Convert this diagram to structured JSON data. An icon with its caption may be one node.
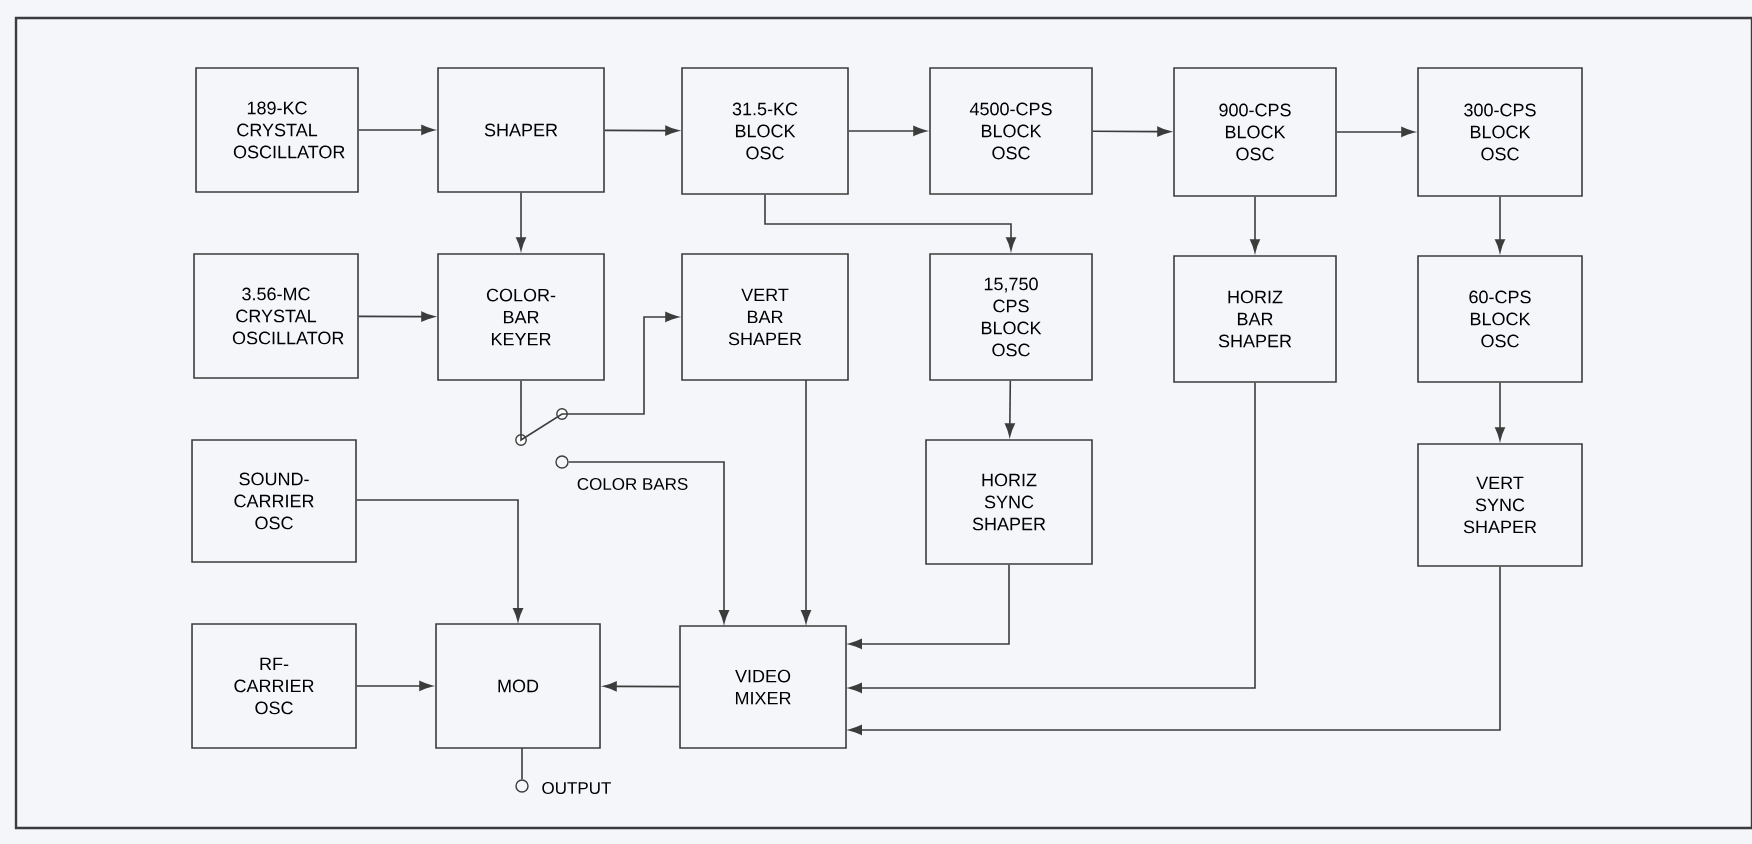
{
  "diagram": {
    "nodes": [
      {
        "text": [
          "189-KC CRYSTAL OSCILLATOR"
        ]
      },
      {
        "text": [
          "SHAPER"
        ]
      },
      {
        "text": [
          "31.5-KC BLOCK OSC"
        ]
      },
      {
        "text": [
          "4500-CPS BLOCK OSC"
        ]
      },
      {
        "text": [
          "900-CPS BLOCK OSC"
        ]
      },
      {
        "text": [
          "300-CPS BLOCK OSC"
        ]
      },
      {
        "text": [
          "3.56-MC CRYSTAL OSCILLATOR"
        ]
      },
      {
        "text": [
          "COLOR-BAR KEYER"
        ]
      },
      {
        "text": [
          "VERT BAR SHAPER"
        ]
      },
      {
        "text": [
          "15,750 CPS BLOCK OSC"
        ]
      },
      {
        "text": [
          "HORIZ BAR SHAPER"
        ]
      },
      {
        "text": [
          "60-CPS BLOCK OSC"
        ]
      },
      {
        "text": [
          "SOUND-CARRIER OSC"
        ]
      },
      {
        "text": [
          "HORIZ SYNC SHAPER"
        ]
      },
      {
        "text": [
          "VERT SYNC SHAPER"
        ]
      },
      {
        "text": [
          "RF-CARRIER OSC"
        ]
      },
      {
        "text": [
          "MOD"
        ]
      },
      {
        "text": [
          "VIDEO MIXER"
        ]
      },
      {
        "text": [],
        "shape": "circle",
        "beside": [
          "OUTPUT"
        ]
      },
      {
        "text": [],
        "shape": "circle"
      }
    ],
    "edges": [
      {
        "from": 0,
        "to": 1,
        "arrow": "to"
      },
      {
        "from": 1,
        "to": 2,
        "arrow": "to"
      },
      {
        "from": 2,
        "to": 3,
        "arrow": "to"
      },
      {
        "from": 3,
        "to": 4,
        "arrow": "to"
      },
      {
        "from": 4,
        "to": 5,
        "arrow": "to"
      },
      {
        "from": 1,
        "to": 7,
        "arrow": "to"
      },
      {
        "from": 6,
        "to": 7,
        "arrow": "to"
      },
      {
        "from": 2,
        "to": 9,
        "arrow": "to"
      },
      {
        "from": 4,
        "to": 10,
        "arrow": "to"
      },
      {
        "from": 5,
        "to": 11,
        "arrow": "to"
      },
      {
        "from": 7,
        "to": 8,
        "arrow": "to"
      },
      {
        "from": 19,
        "to": 17,
        "arrow": "to",
        "label": "COLOR BARS"
      },
      {
        "from": 9,
        "to": 13,
        "arrow": "to"
      },
      {
        "from": 11,
        "to": 14,
        "arrow": "to"
      },
      {
        "from": 12,
        "to": 16,
        "arrow": "to"
      },
      {
        "from": 15,
        "to": 16,
        "arrow": "to"
      },
      {
        "from": 17,
        "to": 16,
        "arrow": "to"
      },
      {
        "from": 8,
        "to": 17,
        "arrow": "to"
      },
      {
        "from": 13,
        "to": 17,
        "arrow": "to"
      },
      {
        "from": 10,
        "to": 17,
        "arrow": "to"
      },
      {
        "from": 14,
        "to": 17,
        "arrow": "to"
      },
      {
        "from": 16,
        "to": 18,
        "arrow": "none"
      }
    ]
  }
}
